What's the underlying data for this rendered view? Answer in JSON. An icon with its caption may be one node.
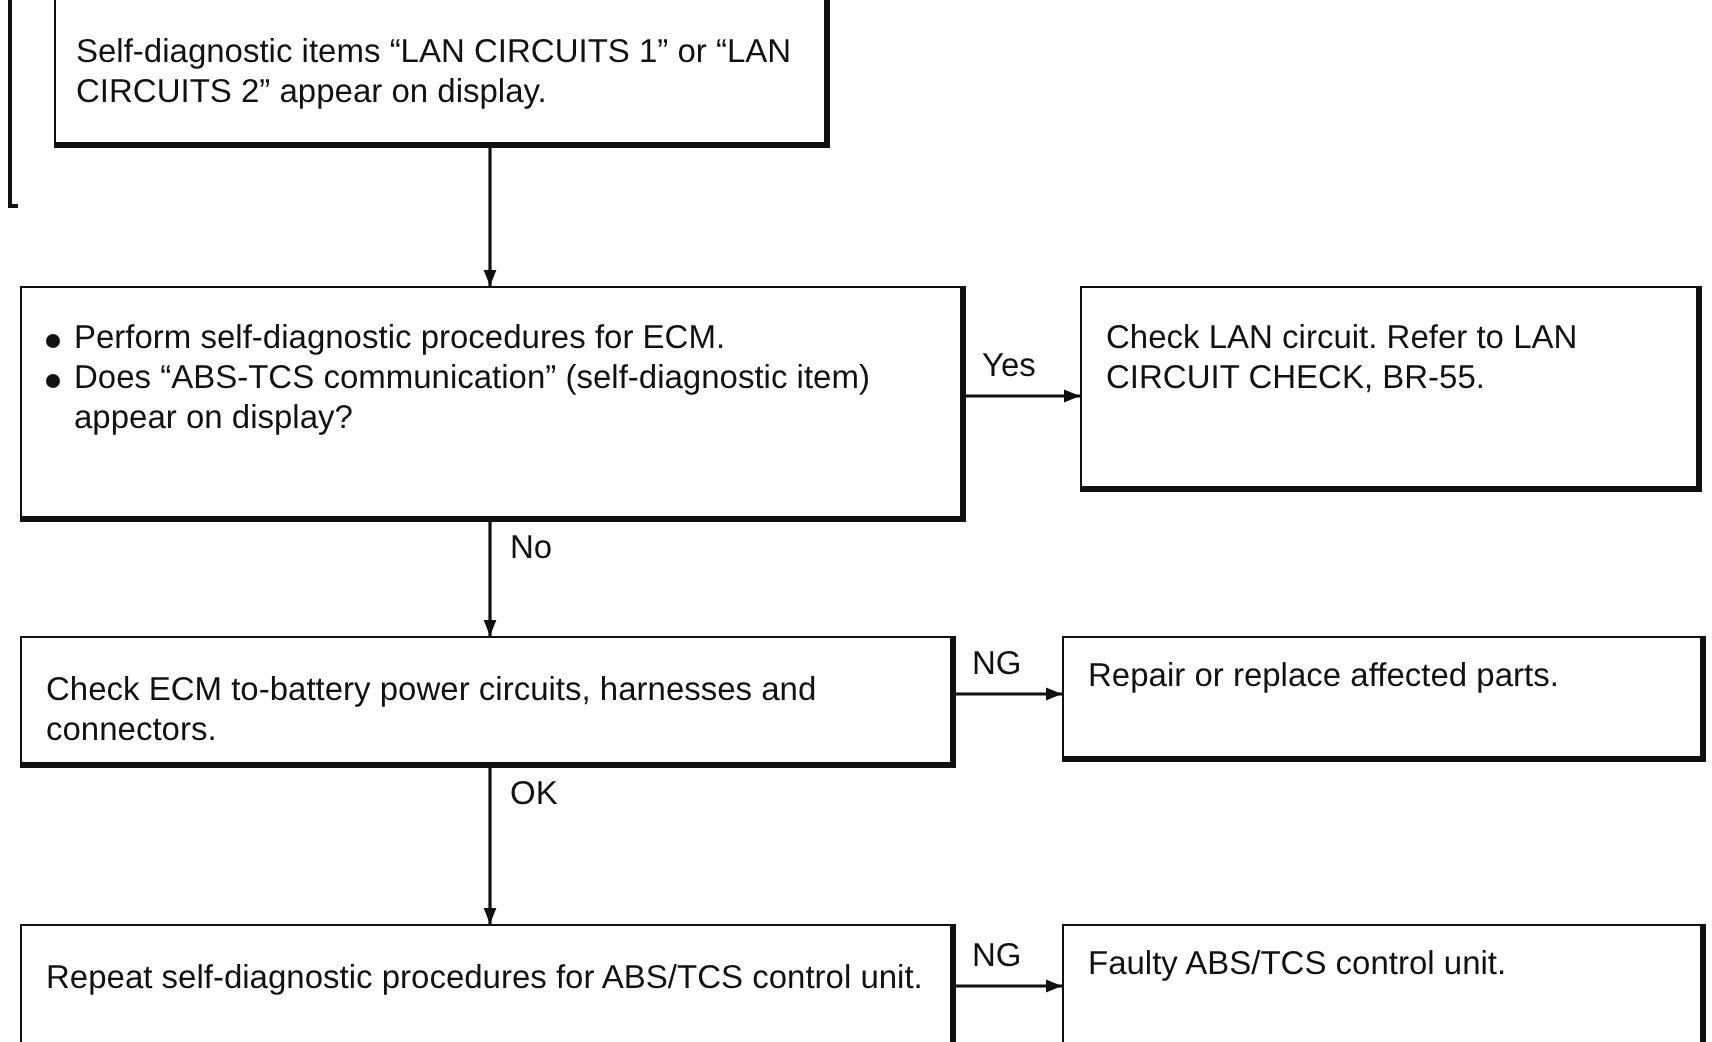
{
  "diagram": {
    "nodes": [
      {
        "text": [
          "Self-diagnostic items “LAN CIRCUITS 1” or “LAN CIRCUITS 2” appear on display."
        ]
      },
      {
        "text": [
          "Perform self-diagnostic procedures for ECM.",
          "Does “ABS-TCS communication” (self-diagnostic item) appear on display?"
        ]
      },
      {
        "text": [
          "Check LAN circuit. Refer to LAN CIRCUIT CHECK, BR-55."
        ]
      },
      {
        "text": [
          "Check ECM to-battery power circuits, harnesses and connectors."
        ]
      },
      {
        "text": [
          "Repair or replace affected parts."
        ]
      },
      {
        "text": [
          "Repeat self-diagnostic procedures for ABS/TCS control unit."
        ]
      },
      {
        "text": [
          "Faulty ABS/TCS control unit."
        ]
      }
    ],
    "edges": [
      {
        "from": 0,
        "to": 1,
        "arrow": "to"
      },
      {
        "from": 1,
        "to": 2,
        "arrow": "to",
        "label": "Yes"
      },
      {
        "from": 1,
        "to": 3,
        "arrow": "to",
        "label": "No"
      },
      {
        "from": 3,
        "to": 4,
        "arrow": "to",
        "label": "NG"
      },
      {
        "from": 3,
        "to": 5,
        "arrow": "to",
        "label": "OK"
      },
      {
        "from": 5,
        "to": 6,
        "arrow": "to",
        "label": "NG"
      }
    ]
  }
}
